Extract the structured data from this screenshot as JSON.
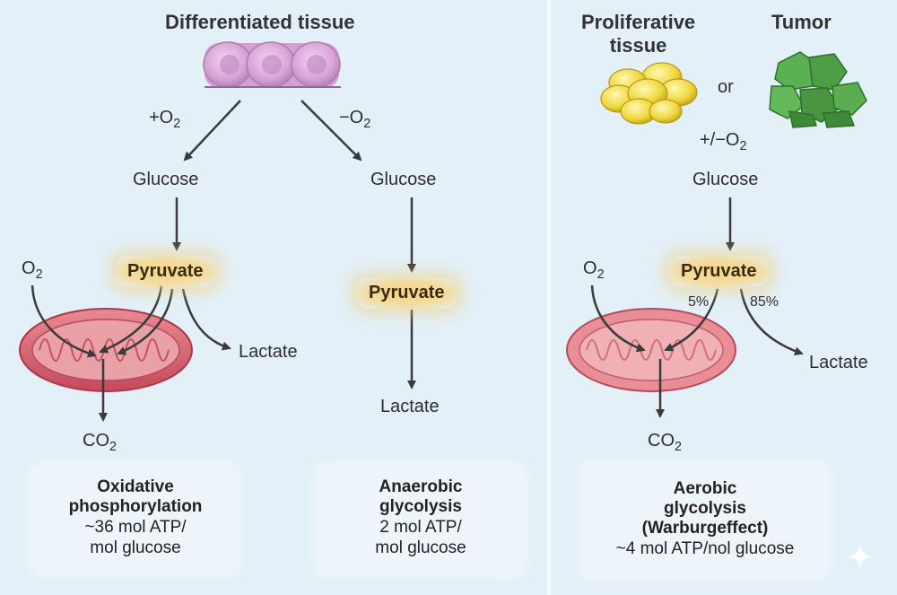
{
  "left_panel": {
    "title": "Differentiated tissue",
    "plus_o2": "+O",
    "minus_o2": "−O",
    "o2_sub": "2",
    "glucose_aerobic": "Glucose",
    "glucose_anaerobic": "Glucose",
    "pyruvate_aerobic": "Pyruvate",
    "pyruvate_anaerobic": "Pyruvate",
    "o2_mito": "O",
    "lactate_aerobic": "Lactate",
    "lactate_anaerobic": "Lactate",
    "co2": "CO",
    "box_oxidative": {
      "title_1": "Oxidative",
      "title_2": "phosphorylation",
      "line_1": "~36 mol ATP/",
      "line_2": "mol glucose"
    },
    "box_anaerobic": {
      "title_1": "Anaerobic",
      "title_2": "glycolysis",
      "line_1": "2 mol ATP/",
      "line_2": "mol glucose"
    }
  },
  "right_panel": {
    "title_proliferative_1": "Proliferative",
    "title_proliferative_2": "tissue",
    "title_tumor": "Tumor",
    "or": "or",
    "plus_minus_o2": "+/−O",
    "glucose": "Glucose",
    "pyruvate": "Pyruvate",
    "o2_mito": "O",
    "pct_5": "5%",
    "pct_85": "85%",
    "lactate": "Lactate",
    "co2": "CO",
    "box_aerobic": {
      "title_1": "Aerobic",
      "title_2": "glycolysis",
      "title_3": "(Warburgeffect)",
      "line_1": "~4 mol ATP/nol glucose"
    }
  },
  "colors": {
    "background": "#e3f0f8",
    "arrow": "#3a3a3a",
    "mitochondrion": "#d9606e",
    "pyruvate_glow": "#f3d88e",
    "proliferative_cells": "#f2dc4a",
    "tumor_cells": "#4fa34a",
    "differentiated_cells": "#d7a6d6"
  }
}
